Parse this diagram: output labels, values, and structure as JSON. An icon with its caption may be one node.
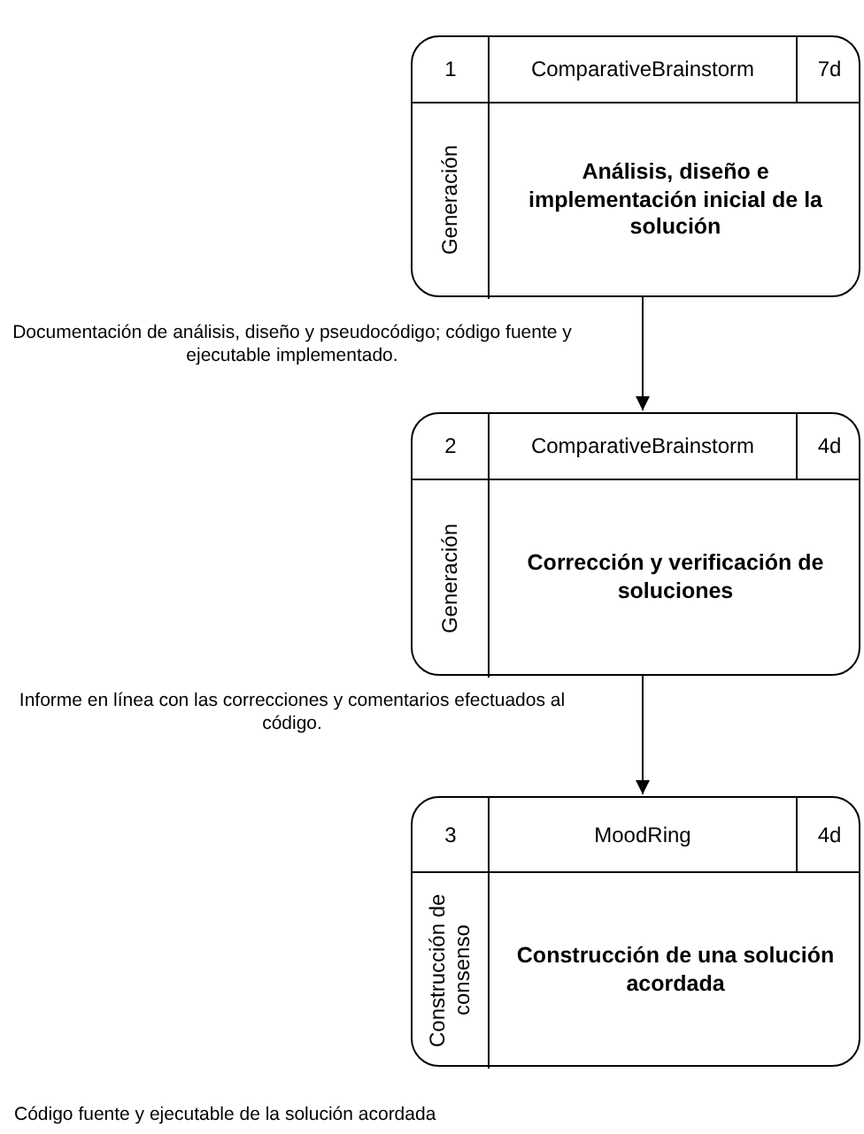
{
  "diagram": {
    "nodes": [
      {
        "text": [
          "1",
          "ComparativeBrainstorm",
          "7d",
          "Generación",
          "Análisis, diseño e implementación inicial de la solución"
        ]
      },
      {
        "text": [
          "2",
          "ComparativeBrainstorm",
          "4d",
          "Generación",
          "Corrección y verificación de soluciones"
        ]
      },
      {
        "text": [
          "3",
          "MoodRing",
          "4d",
          "Construcción de consenso",
          "Construcción de una solución acordada"
        ]
      }
    ],
    "edges": [
      {
        "from": 0,
        "to": 1,
        "arrow": "to",
        "label": "Documentación de análisis, diseño y pseudocódigo; código fuente y ejecutable implementado."
      },
      {
        "from": 1,
        "to": 2,
        "arrow": "to",
        "label": "Informe en línea con las correcciones y comentarios efectuados al código."
      }
    ],
    "labels": [
      "Código fuente y ejecutable de la solución acordada"
    ]
  }
}
